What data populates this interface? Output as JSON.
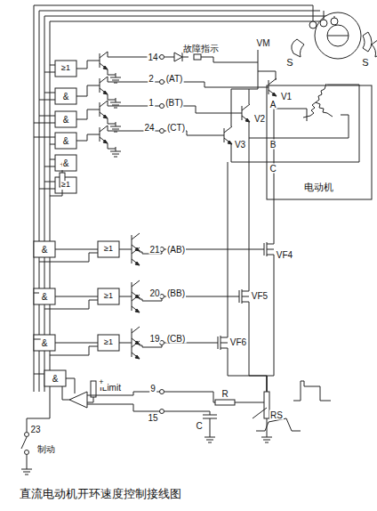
{
  "diagram": {
    "caption": "直流电动机开环速度控制接线图",
    "labels": [
      "14",
      "故障指示",
      "2",
      "(AT)",
      "1",
      "(BT)",
      "24",
      "(CT)",
      "VM",
      "V1",
      "V2",
      "V3",
      "A",
      "B",
      "C",
      "S",
      "S",
      "电动机",
      "21",
      "(AB)",
      "VF4",
      "20",
      "(BB)",
      "VF5",
      "19",
      "(CB)",
      "VF6",
      "ILimit",
      "9",
      "15",
      "R",
      "C",
      "RS",
      "23",
      "制动",
      "+",
      "+",
      "≥1",
      "&",
      "&",
      "&",
      "&",
      "≥1",
      "&",
      "≥1",
      "&",
      "≥1",
      "&",
      "≥1",
      "&"
    ]
  }
}
